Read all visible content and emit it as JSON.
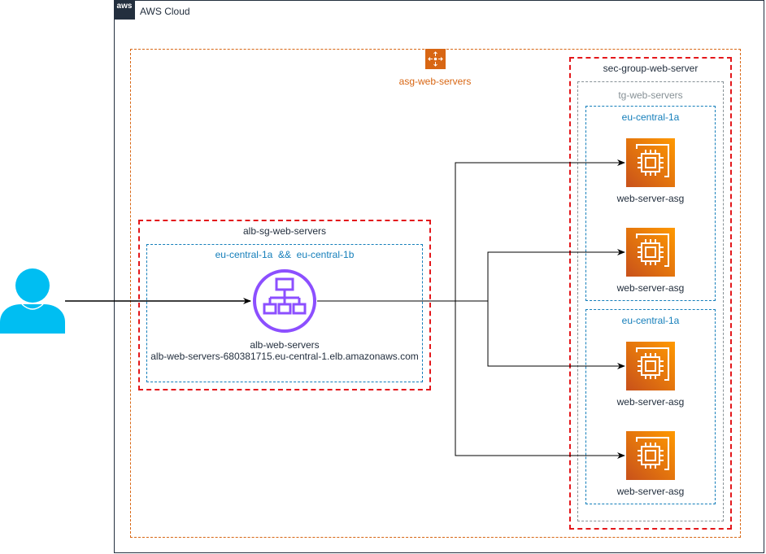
{
  "aws_cloud": {
    "label": "AWS Cloud",
    "logo_text": "aws"
  },
  "asg": {
    "label": "asg-web-servers",
    "icon": "auto-scaling-icon"
  },
  "security_group": {
    "label": "sec-group-web-server"
  },
  "target_group": {
    "label": "tg-web-servers"
  },
  "availability_zones": [
    {
      "label": "eu-central-1a"
    },
    {
      "label": "eu-central-1a"
    }
  ],
  "alb_security_group": {
    "label": "alb-sg-web-servers"
  },
  "alb_availability_zones": {
    "label": "eu-central-1a  &&  eu-central-1b"
  },
  "load_balancer": {
    "name": "alb-web-servers",
    "dns": "alb-web-servers-680381715.eu-central-1.elb.amazonaws.com",
    "icon": "application-load-balancer-icon"
  },
  "instances": [
    {
      "label": "web-server-asg",
      "icon": "ec2-instance-icon"
    },
    {
      "label": "web-server-asg",
      "icon": "ec2-instance-icon"
    },
    {
      "label": "web-server-asg",
      "icon": "ec2-instance-icon"
    },
    {
      "label": "web-server-asg",
      "icon": "ec2-instance-icon"
    }
  ],
  "user": {
    "icon": "user-icon"
  },
  "colors": {
    "aws_dark": "#232F3E",
    "asg_orange": "#D86613",
    "security_red": "#e3171b",
    "az_blue": "#147EBA",
    "tg_gray": "#879196",
    "elb_purple": "#8C4FFF",
    "user_blue": "#00BEF2"
  }
}
